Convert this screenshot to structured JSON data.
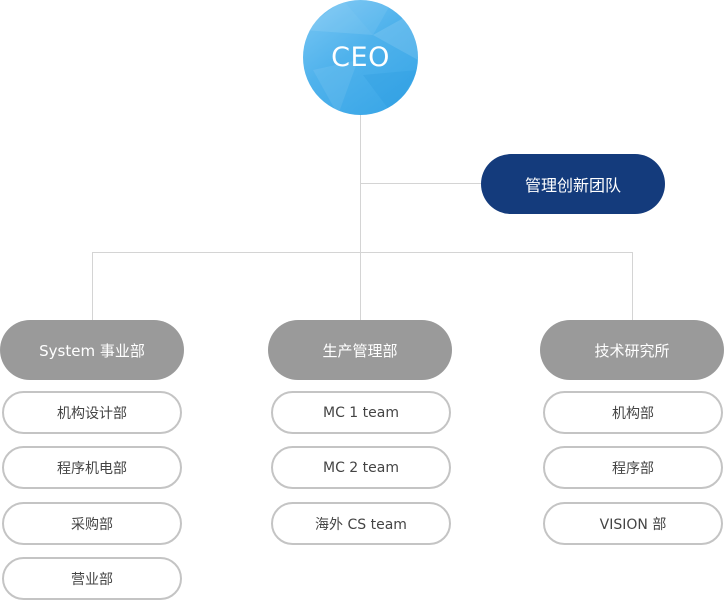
{
  "ceo": {
    "label": "CEO"
  },
  "innovation_team": {
    "label": "管理创新团队"
  },
  "divisions": [
    {
      "label": "System 事业部",
      "units": [
        "机构设计部",
        "程序机电部",
        "采购部",
        "营业部"
      ]
    },
    {
      "label": "生产管理部",
      "units": [
        "MC 1 team",
        "MC 2 team",
        "海外 CS team"
      ]
    },
    {
      "label": "技术研究所",
      "units": [
        "机构部",
        "程序部",
        "VISION 部"
      ]
    }
  ],
  "colors": {
    "ceo": "#4fb2ec",
    "innovation_team": "#143b7c",
    "division_head": "#9a9a9a",
    "unit_border": "#c4c4c4",
    "connector": "#d4d4d4"
  }
}
